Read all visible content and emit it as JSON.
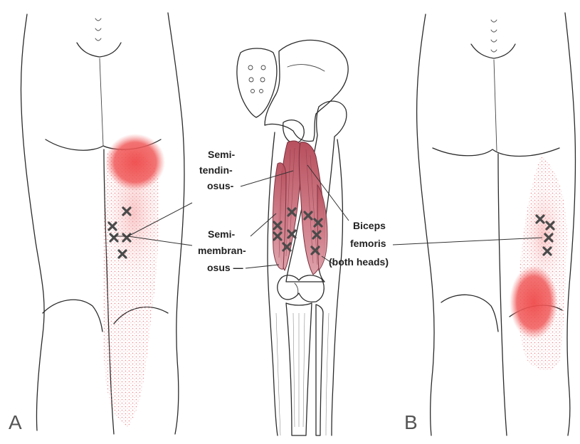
{
  "figure": {
    "panels": {
      "a": "A",
      "b": "B"
    },
    "muscle_labels": {
      "semitendinosus": [
        "Semi-",
        "tendin-",
        "osus-"
      ],
      "semimembranosus": [
        "Semi-",
        "membran-",
        "osus —"
      ],
      "biceps_femoris": [
        "Biceps",
        "femoris",
        "(both heads)"
      ]
    },
    "colors": {
      "referred_pain": "#e83a3a",
      "muscle": "#c96b78",
      "trigger_point": "#4a4a4a",
      "outline": "#2b2b2b"
    },
    "icons": {
      "trigger_point": "x-mark-icon"
    }
  }
}
